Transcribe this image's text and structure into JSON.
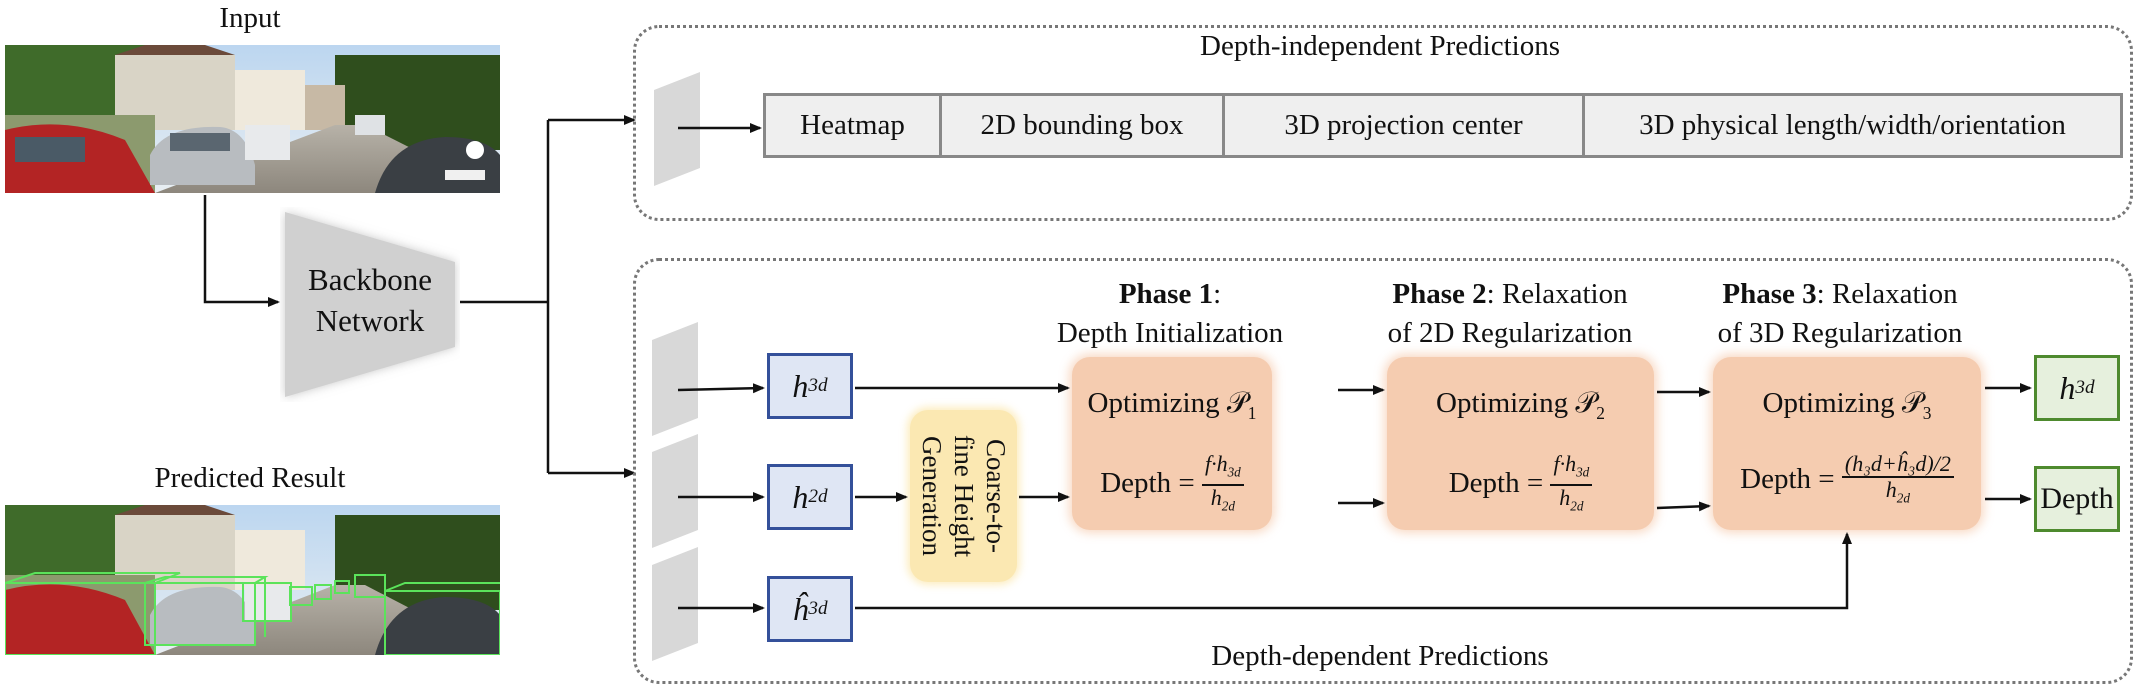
{
  "input_label": "Input",
  "predicted_label": "Predicted Result",
  "backbone": {
    "line1": "Backbone",
    "line2": "Network"
  },
  "independent": {
    "title": "Depth-independent Predictions",
    "cells": [
      "Heatmap",
      "2D bounding box",
      "3D projection center",
      "3D physical length/width/orientation"
    ]
  },
  "dependent": {
    "title": "Depth-dependent Predictions"
  },
  "heads": {
    "h3d_base": "h",
    "h3d_sub": "3d",
    "h2d_base": "h",
    "h2d_sub": "2d",
    "hhat_base": "ĥ",
    "hhat_sub": "3d"
  },
  "coarse": {
    "line1": "Coarse-to-",
    "line2": "fine Height",
    "line3": "Generation"
  },
  "phases": [
    {
      "title_bold": "Phase 1",
      "title_rest": ":",
      "line2": "Depth Initialization",
      "opt_text": "Optimizing 𝒫",
      "opt_sub": "1",
      "depth_label": "Depth =",
      "num": "f·h",
      "num_sub": "3d",
      "den": "h",
      "den_sub": "2d"
    },
    {
      "title_bold": "Phase 2",
      "title_rest": ": Relaxation",
      "line2": "of 2D Regularization",
      "opt_text": "Optimizing 𝒫",
      "opt_sub": "2",
      "depth_label": "Depth =",
      "num": "f·h",
      "num_sub": "3d",
      "den": "h",
      "den_sub": "2d"
    },
    {
      "title_bold": "Phase 3",
      "title_rest": ": Relaxation",
      "line2": "of 3D Regularization",
      "opt_text": "Optimizing 𝒫",
      "opt_sub": "3",
      "depth_label": "Depth =",
      "num": "(h₃d+ĥ₃d)/2",
      "num_sub": "",
      "den": "h",
      "den_sub": "2d"
    }
  ],
  "outputs": {
    "h3d_base": "h",
    "h3d_sub": "3d",
    "depth": "Depth"
  },
  "colors": {
    "phase_fill": "#f5ccb0",
    "head_fill": "#dfe6f4",
    "head_border": "#34509a",
    "out_fill": "#e6f0dd",
    "out_border": "#4e8a2e",
    "coarse_fill": "#fbe8b2",
    "bbox_green": "#5be35b"
  }
}
